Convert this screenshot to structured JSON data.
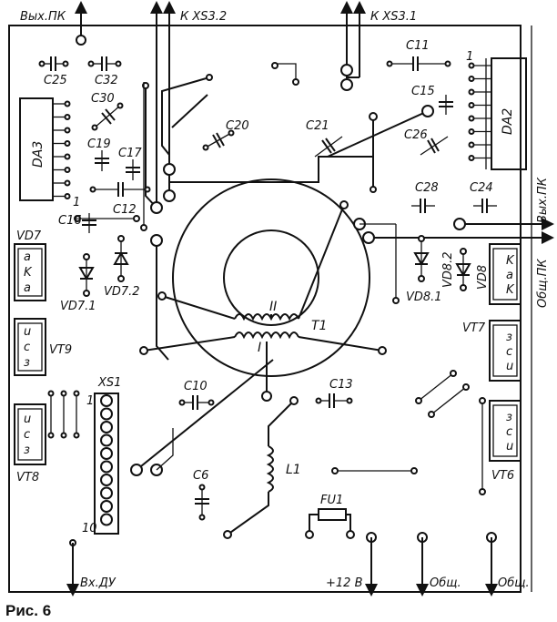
{
  "figure_caption": "Рис. 6",
  "edge_labels": {
    "out_pc_top": "Вых.ПК",
    "xs32": "К XS3.2",
    "xs31": "К XS3.1",
    "out_pc_right": "Вых.ПК",
    "common_pc_right": "Общ.ПК",
    "in_du": "Вх.ДУ",
    "plus12": "+12 В",
    "common1": "Общ.",
    "common2": "Общ."
  },
  "components": {
    "c25": "C25",
    "c32": "C32",
    "c30": "C30",
    "c19": "C19",
    "c17": "C17",
    "c16": "C16",
    "c12": "C12",
    "c20": "C20",
    "c21": "C21",
    "c11": "C11",
    "c15": "C15",
    "c26": "C26",
    "c28": "C28",
    "c24": "C24",
    "c10": "C10",
    "c13": "C13",
    "c6": "C6",
    "da3": "DA3",
    "da2": "DA2",
    "da2_pin1": "1",
    "da3_pin1": "1",
    "vd7": "VD7",
    "vd7_1": "VD7.1",
    "vd7_2": "VD7.2",
    "vd8": "VD8",
    "vd8_1": "VD8.1",
    "vd8_2": "VD8.2",
    "vt9": "VT9",
    "vt8": "VT8",
    "vt7": "VT7",
    "vt6": "VT6",
    "xs1": "XS1",
    "xs1_pin1": "1",
    "xs1_pin10": "10",
    "t1": "T1",
    "winding_i": "I",
    "winding_ii": "II",
    "l1": "L1",
    "fu1": "FU1"
  },
  "pin_labels": {
    "vd7": [
      "a",
      "K",
      "a"
    ],
    "vd8": [
      "K",
      "a",
      "K"
    ],
    "vt9": [
      "u",
      "c",
      "з"
    ],
    "vt8": [
      "u",
      "c",
      "з"
    ],
    "vt7": [
      "з",
      "c",
      "u"
    ],
    "vt6": [
      "з",
      "c",
      "u"
    ]
  }
}
